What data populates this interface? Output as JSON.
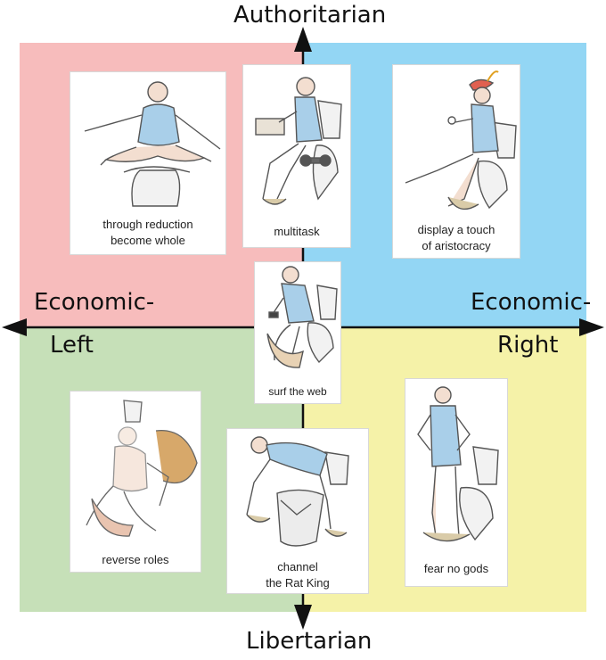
{
  "axes": {
    "top": "Authoritarian",
    "bottom": "Libertarian",
    "left_line1": "Economic-",
    "left_line2": "Left",
    "right_line1": "Economic-",
    "right_line2": "Right"
  },
  "colors": {
    "auth_left": "#f7bcbc",
    "auth_right": "#93d6f4",
    "lib_left": "#c6e0b8",
    "lib_right": "#f5f2a8",
    "axis_line": "#111111"
  },
  "cards": [
    {
      "id": "reduction",
      "caption_l1": "through reduction",
      "caption_l2": "become whole"
    },
    {
      "id": "multitask",
      "caption_l1": "multitask",
      "caption_l2": ""
    },
    {
      "id": "aristocracy",
      "caption_l1": "display a touch",
      "caption_l2": "of aristocracy"
    },
    {
      "id": "surf",
      "caption_l1": "surf the web",
      "caption_l2": ""
    },
    {
      "id": "reverse",
      "caption_l1": "reverse roles",
      "caption_l2": ""
    },
    {
      "id": "ratking",
      "caption_l1": "channel",
      "caption_l2": "the Rat King"
    },
    {
      "id": "fear",
      "caption_l1": "fear no gods",
      "caption_l2": ""
    }
  ]
}
